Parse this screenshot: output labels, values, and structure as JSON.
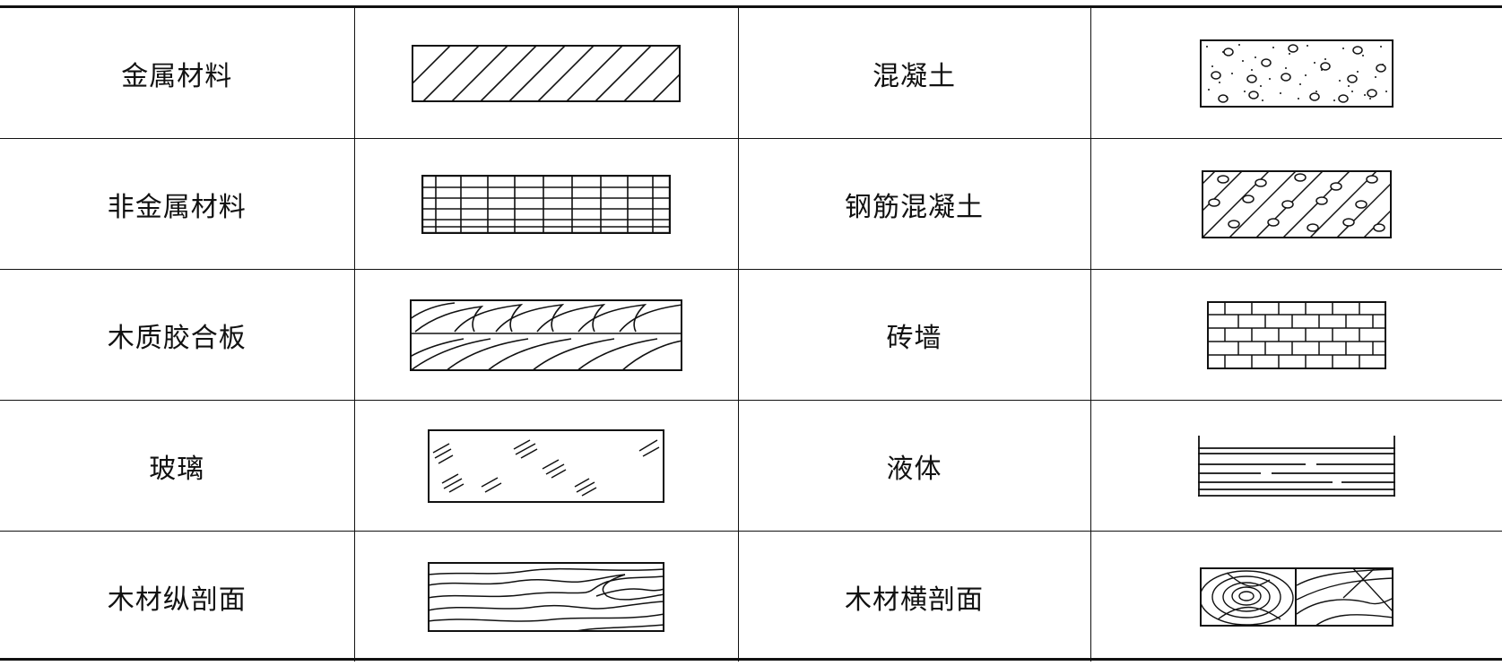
{
  "table": {
    "rows": [
      {
        "left_label": "金属材料",
        "left_pattern": "metal-hatch-pattern",
        "right_label": "混凝土",
        "right_pattern": "concrete-pattern"
      },
      {
        "left_label": "非金属材料",
        "left_pattern": "non-metal-grid-pattern",
        "right_label": "钢筋混凝土",
        "right_pattern": "reinforced-concrete-pattern"
      },
      {
        "left_label": "木质胶合板",
        "left_pattern": "plywood-pattern",
        "right_label": "砖墙",
        "right_pattern": "brick-wall-pattern"
      },
      {
        "left_label": "玻璃",
        "left_pattern": "glass-pattern",
        "right_label": "液体",
        "right_pattern": "liquid-pattern"
      },
      {
        "left_label": "木材纵剖面",
        "left_pattern": "wood-longitudinal-pattern",
        "right_label": "木材横剖面",
        "right_pattern": "wood-cross-section-pattern"
      }
    ]
  },
  "colors": {
    "ink": "#111111",
    "background": "#ffffff"
  }
}
